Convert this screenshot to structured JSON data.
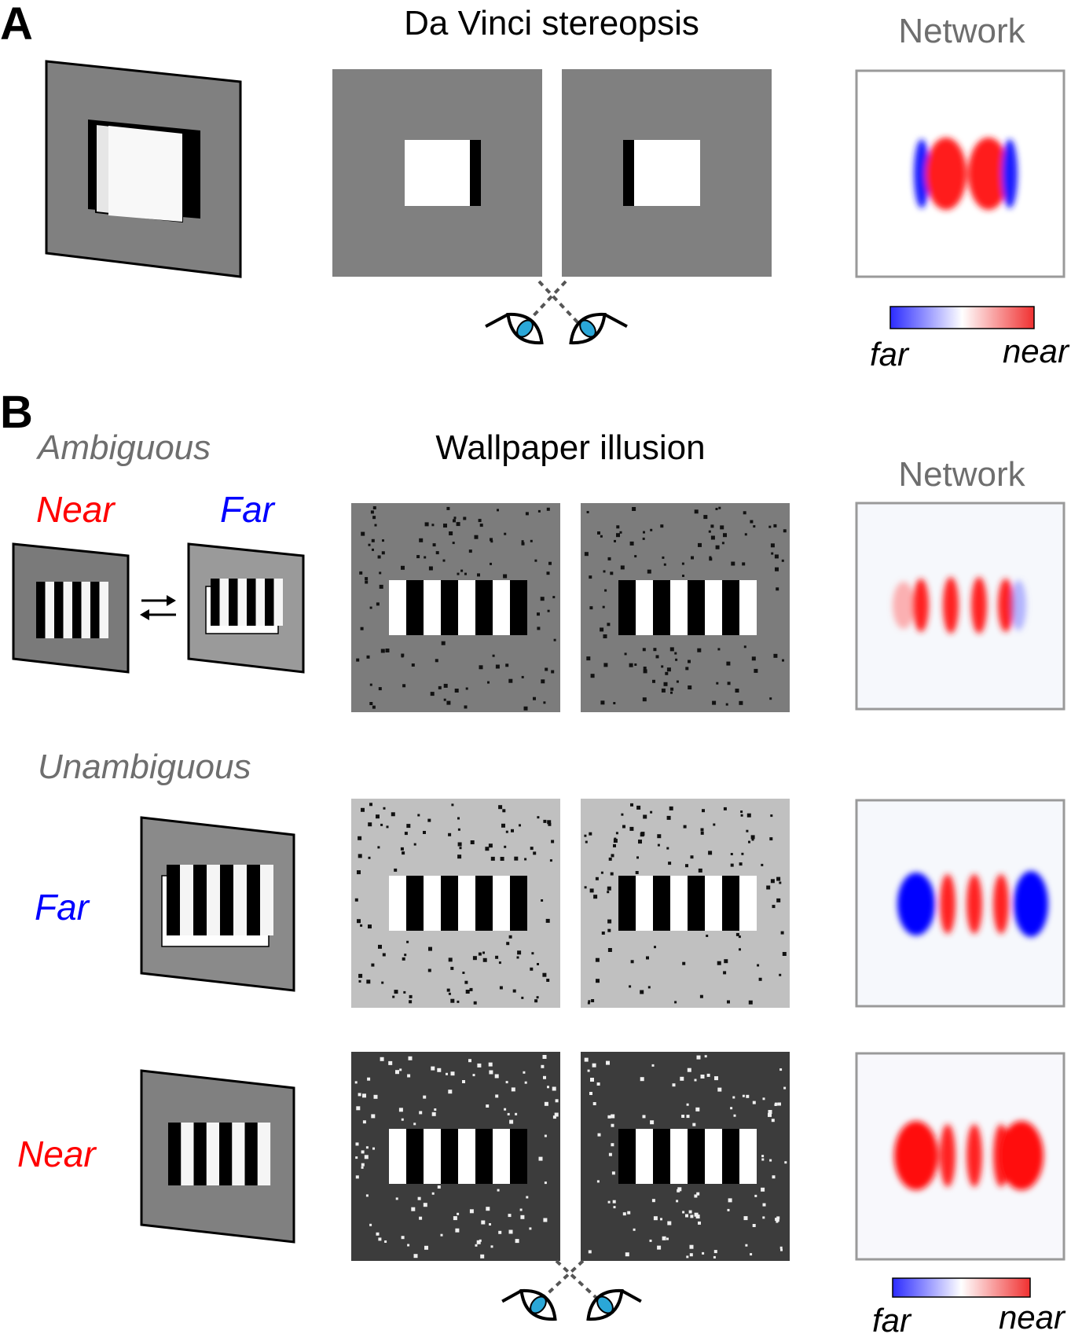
{
  "panel_a": {
    "letter": "A",
    "title": "Da Vinci stereopsis",
    "network_title": "Network",
    "colorbar": {
      "far_label": "far",
      "near_label": "near"
    }
  },
  "panel_b": {
    "letter": "B",
    "title": "Wallpaper illusion",
    "network_title": "Network",
    "ambiguous_label": "Ambiguous",
    "unambiguous_label": "Unambiguous",
    "ambiguous_near": "Near",
    "ambiguous_far": "Far",
    "row_far_label": "Far",
    "row_near_label": "Near",
    "colorbar": {
      "far_label": "far",
      "near_label": "near"
    }
  },
  "colors": {
    "near": "#ff0000",
    "far": "#0000ff",
    "panel_grey": "#808080",
    "light_bg": "#c0c0c0",
    "dark_bg": "#3c3c3c",
    "label_grey": "#6e6e6e"
  },
  "icons": [
    "eye-icon",
    "swap-arrows-icon"
  ]
}
